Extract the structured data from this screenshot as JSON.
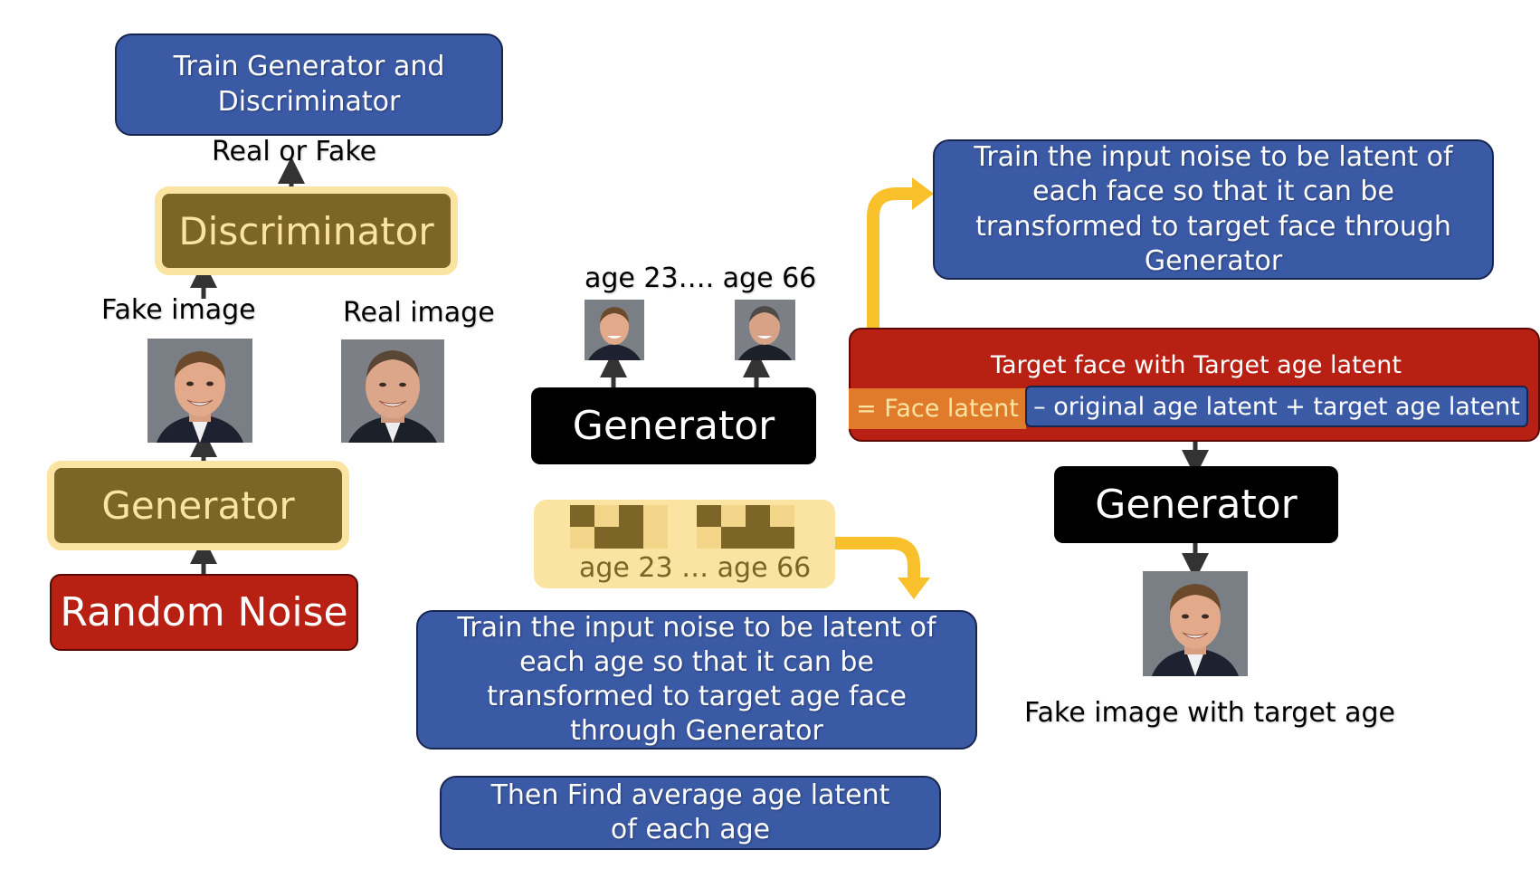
{
  "left": {
    "train_box": "Train Generator and Discriminator",
    "real_or_fake": "Real or Fake",
    "discriminator": "Discriminator",
    "fake_image": "Fake image",
    "real_image": "Real image",
    "generator": "Generator",
    "random_noise": "Random Noise"
  },
  "middle": {
    "ages_label": "age 23…. age 66",
    "generator": "Generator",
    "latent_label": "age 23 … age 66",
    "train_box": "Train the input noise to be latent of each age so that it can be transformed to target age face through Generator",
    "average_box": "Then Find average age latent of each age"
  },
  "right": {
    "train_box": "Train the input noise to be latent of each face so that it can be transformed to target face through Generator",
    "red_title": "Target face with Target age latent",
    "face_latent": "= Face latent",
    "formula": "– original age latent + target age latent",
    "generator": "Generator",
    "result_label": "Fake image with target age"
  },
  "colors": {
    "blue": "#3b5aa6",
    "olive": "#7d6427",
    "cream": "#fbe4a2",
    "red": "#b82014",
    "orange": "#e07b2c",
    "arrow_yellow": "#f8c12c"
  }
}
